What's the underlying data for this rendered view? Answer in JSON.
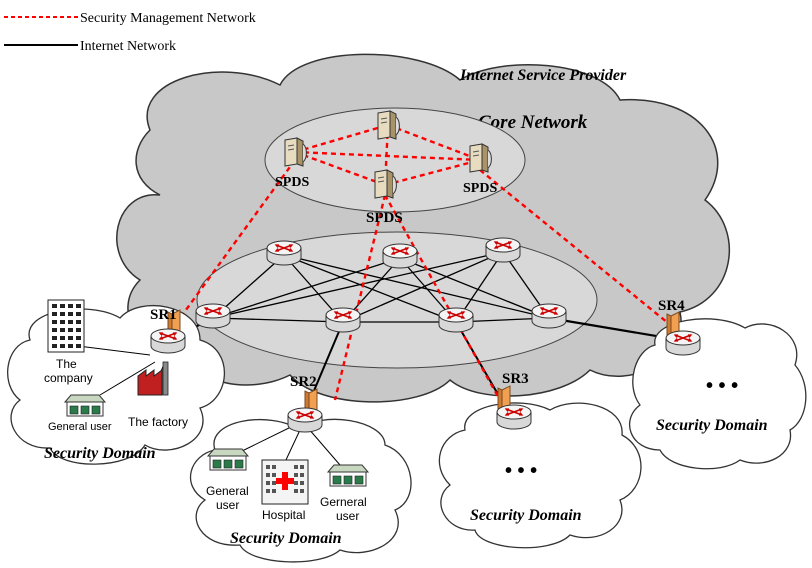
{
  "legend": {
    "security_mgmt": "Security Management Network",
    "internet": "Internet Network"
  },
  "isp_label": "Internet Service Provider",
  "core_label": "Core Network",
  "spds_label": "SPDS",
  "routers": {
    "sr1": "SR1",
    "sr2": "SR2",
    "sr3": "SR3",
    "sr4": "SR4"
  },
  "domains": {
    "domain_label": "Security Domain",
    "ellipsis": "• • •",
    "company": "The company",
    "company_line1": "The",
    "company_line2": "company",
    "general_user": "General user",
    "factory": "The factory",
    "general_user_l1": "General",
    "general_user_l2": "user",
    "hospital": "Hospital",
    "gerneral_l1": "Gerneral",
    "gerneral_l2": "user"
  },
  "colors": {
    "cloud_fill": "#c8c8c8",
    "security_line": "#ff0000",
    "internet_line": "#000000",
    "router_accent": "#ff0000",
    "edge_router_frame": "#f0a050"
  }
}
